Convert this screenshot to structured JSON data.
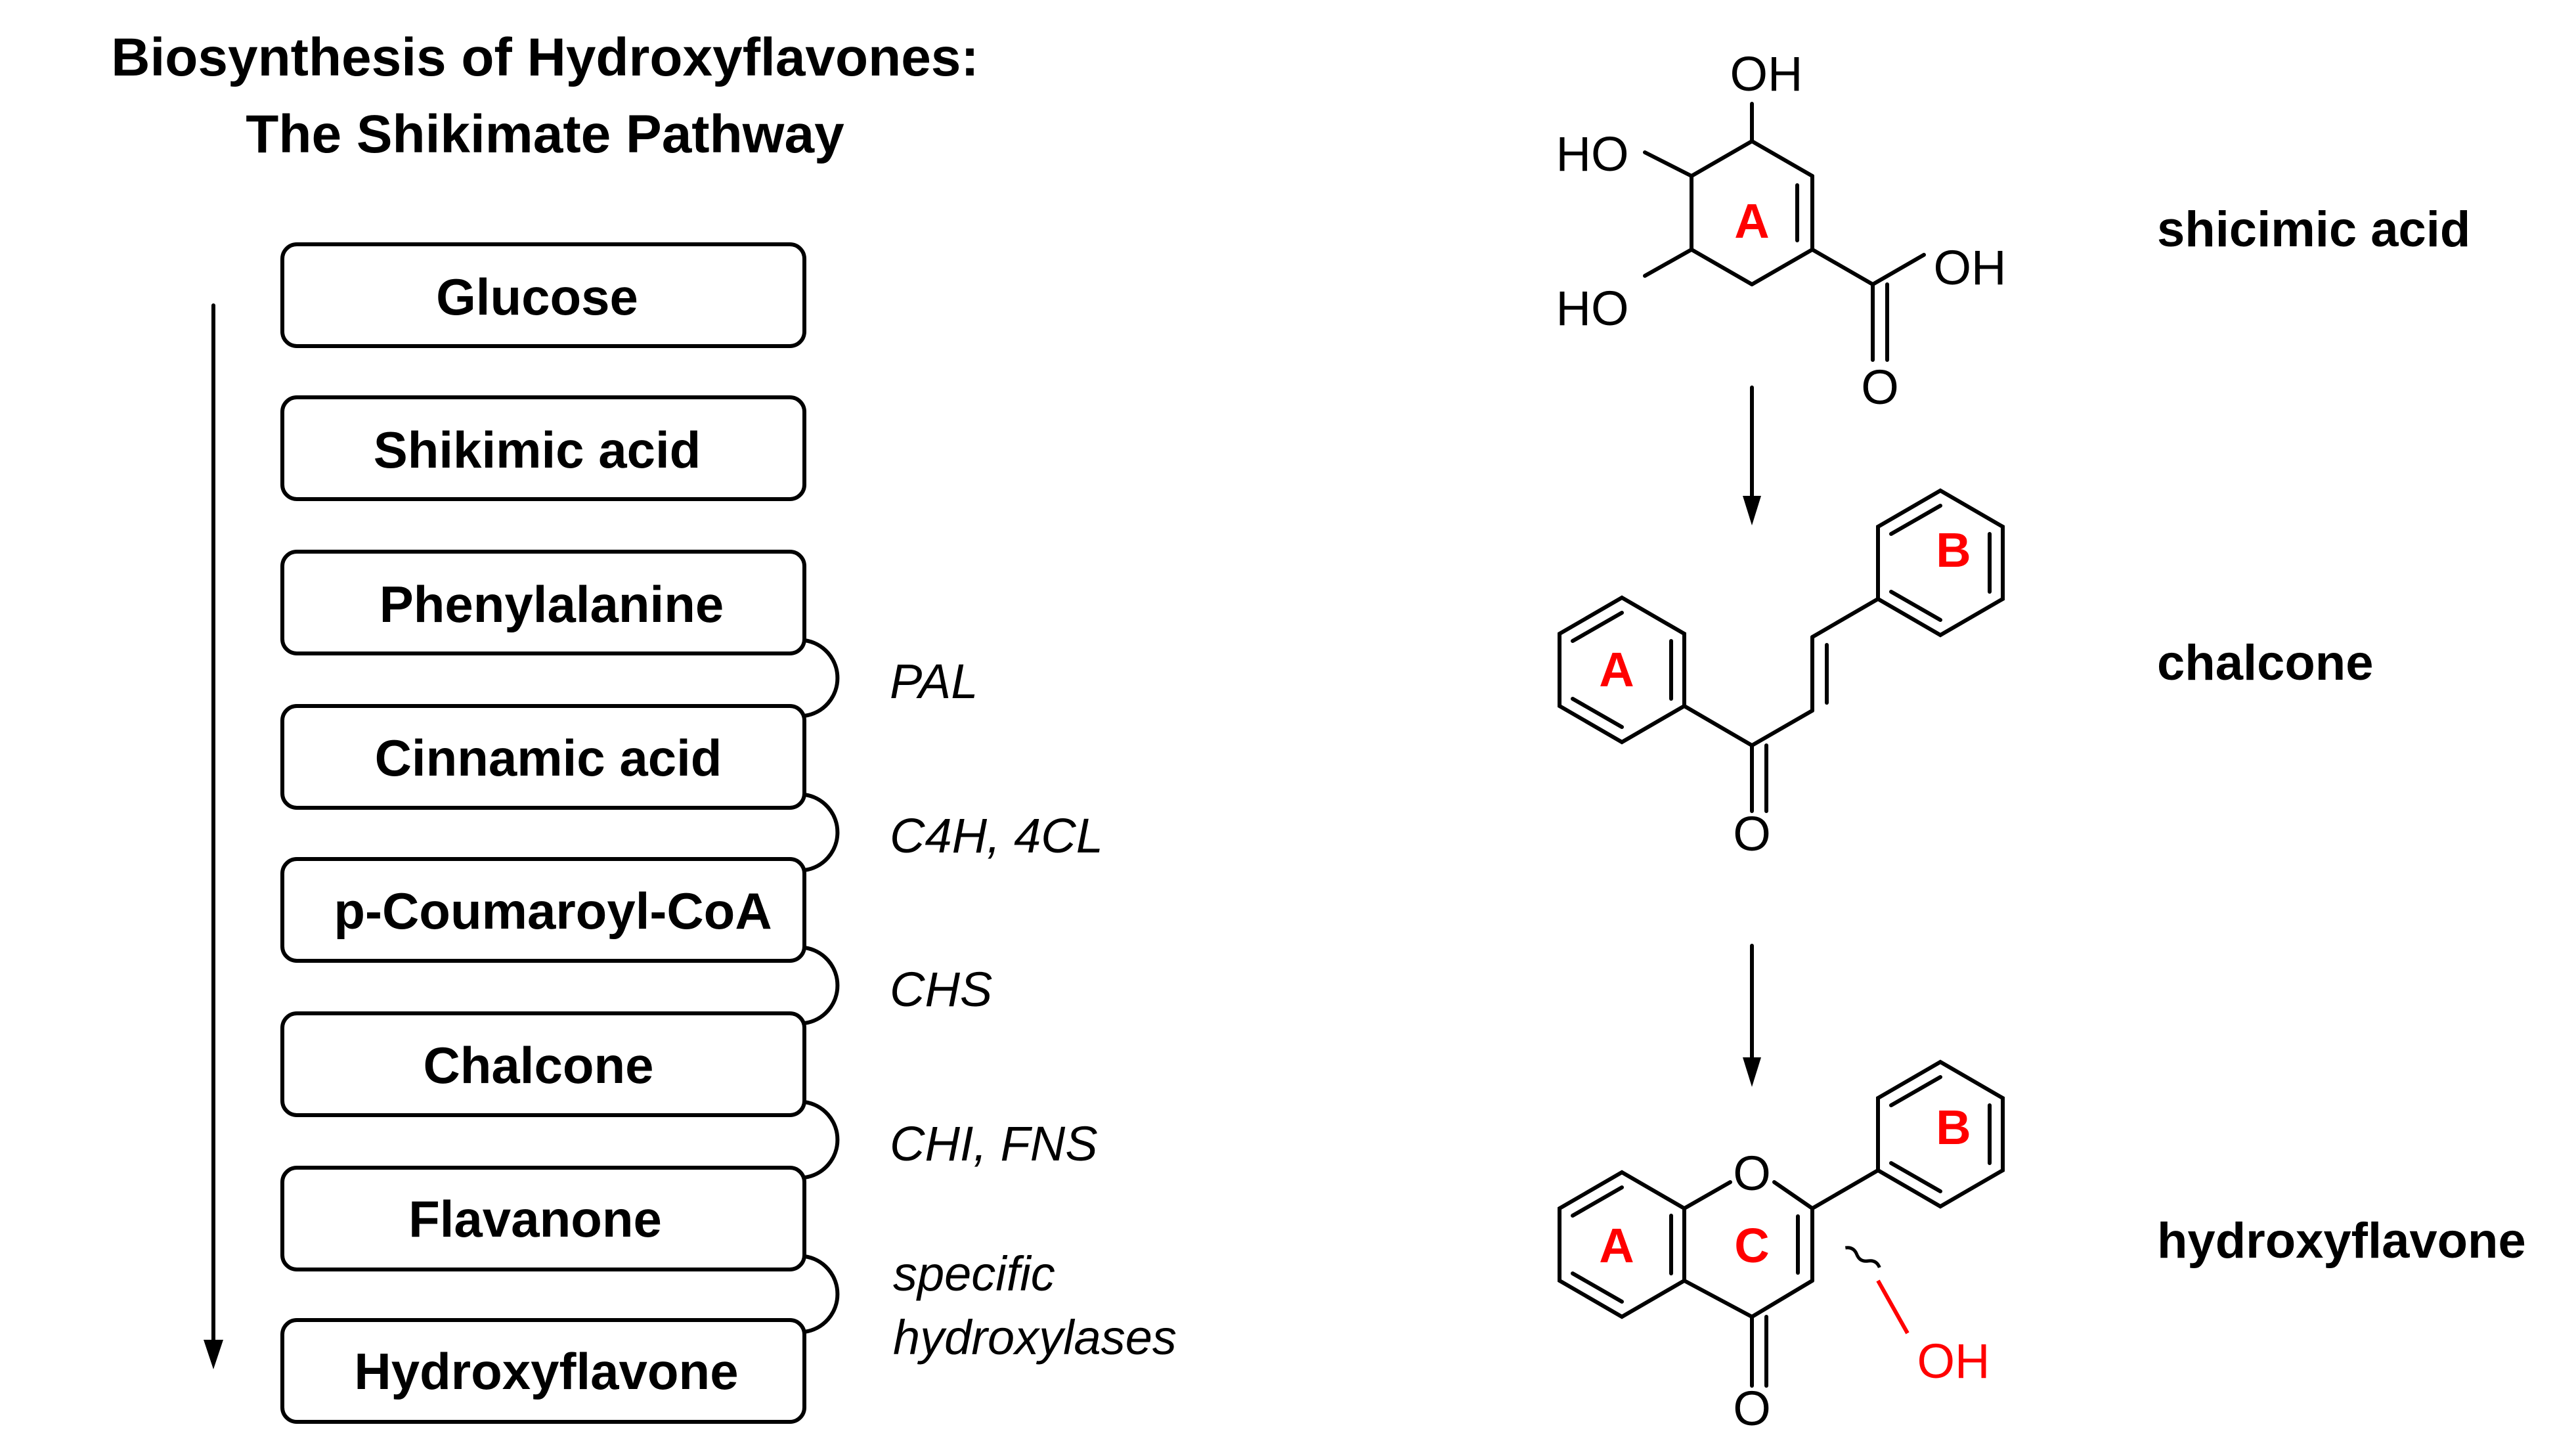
{
  "title_line1": "Biosynthesis of Hydroxyflavones:",
  "title_line2": "The Shikimate Pathway",
  "pathway_steps": [
    "Glucose",
    "Shikimic acid",
    "Phenylalanine",
    "Cinnamic acid",
    "p-Coumaroyl-CoA",
    "Chalcone",
    "Flavanone",
    "Hydroxyflavone"
  ],
  "enzymes": [
    "PAL",
    "C4H, 4CL",
    "CHS",
    "CHI, FNS",
    "specific",
    "hydroxylases"
  ],
  "structures": {
    "shikimic_name": "shicimic acid",
    "chalcone_name": "chalcone",
    "hydroxyflavone_name": "hydroxyflavone",
    "atoms": {
      "oh": "OH",
      "ho": "HO",
      "o": "O"
    },
    "rings": {
      "a": "A",
      "b": "B",
      "c": "C"
    }
  },
  "colors": {
    "ring_label": "#ff0000",
    "ink": "#000000"
  }
}
